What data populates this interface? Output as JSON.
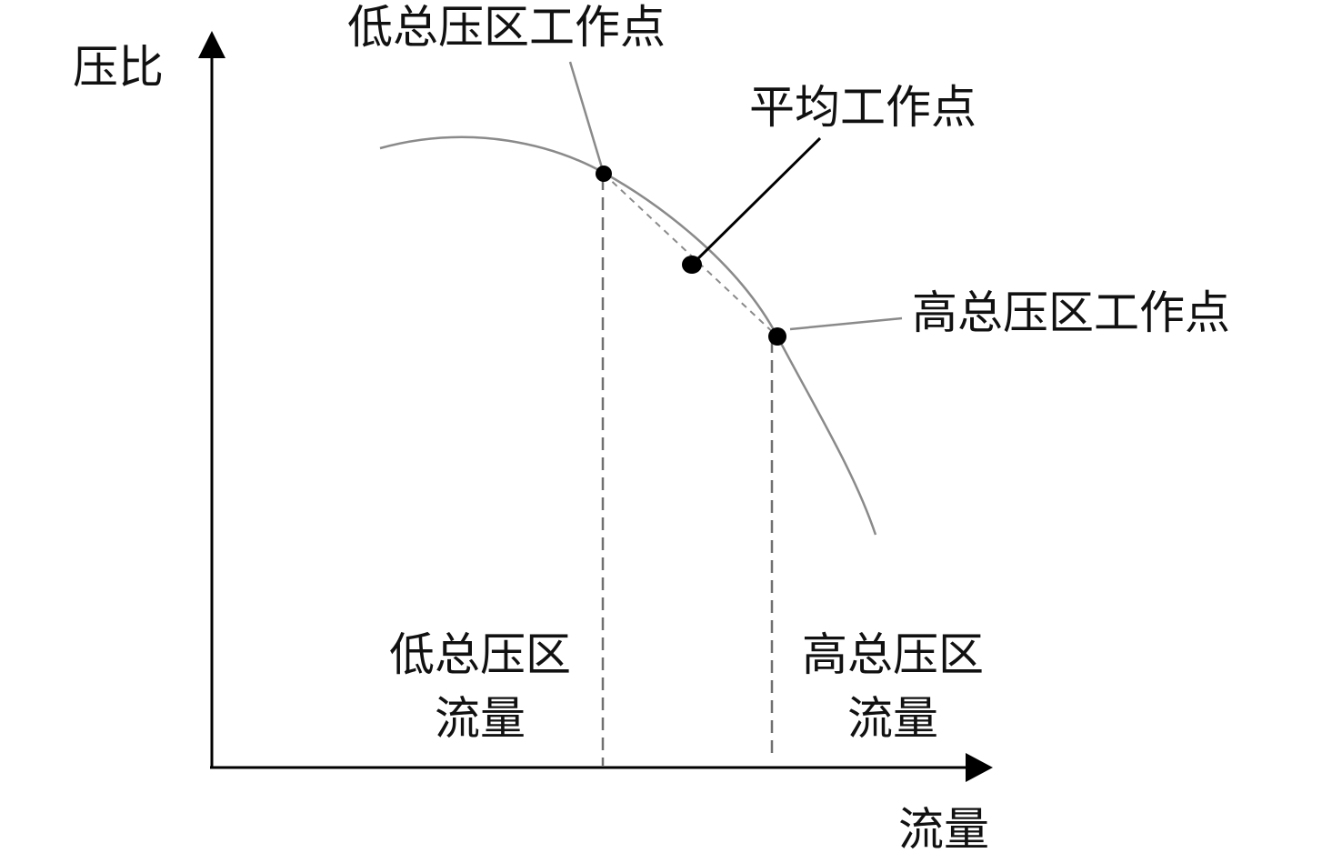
{
  "axes": {
    "y_label": "压比",
    "x_label": "流量"
  },
  "points": {
    "low": "低总压区工作点",
    "avg": "平均工作点",
    "high": "高总压区工作点"
  },
  "flow_labels": {
    "low_line1": "低总压区",
    "low_line2": "流量",
    "high_line1": "高总压区",
    "high_line2": "流量"
  },
  "colors": {
    "axis": "#000000",
    "curve": "#8a8a8a",
    "dashed": "#707070",
    "point": "#000000"
  }
}
